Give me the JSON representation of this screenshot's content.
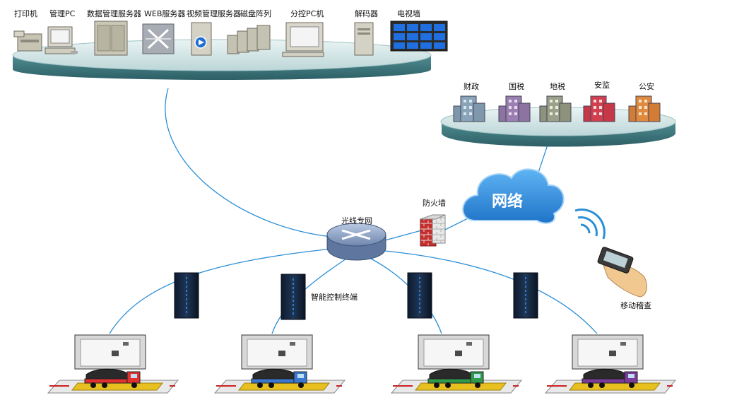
{
  "top_devices": {
    "printer": "打印机",
    "admin_pc": "管理PC",
    "db_server": "数据管理服务器",
    "web_server": "WEB服务器",
    "video_server": "视频管理服务器",
    "disk_array": "磁盘阵列",
    "sub_pc": "分控PC机",
    "decoder": "解码器",
    "tv_wall": "电视墙"
  },
  "agencies": {
    "finance": "财政",
    "national_tax": "国税",
    "local_tax": "地税",
    "safety": "安监",
    "police": "公安"
  },
  "network": {
    "cloud": "网络",
    "fiber": "光线专网",
    "firewall": "防火墙",
    "terminal": "智能控制终端",
    "mobile": "移动稽查"
  },
  "colors": {
    "platform_top": "#cfe4e4",
    "platform_side": "#3e7a80",
    "line": "#2b8fd6",
    "cloud": "#2e8fe0",
    "truck_cabs": [
      "#e03030",
      "#3a78d0",
      "#2e9a4a",
      "#7a3a9a"
    ],
    "building_tints": [
      "#8aa3b8",
      "#9a7fb0",
      "#9aa08a",
      "#d04050",
      "#e08a40"
    ]
  }
}
